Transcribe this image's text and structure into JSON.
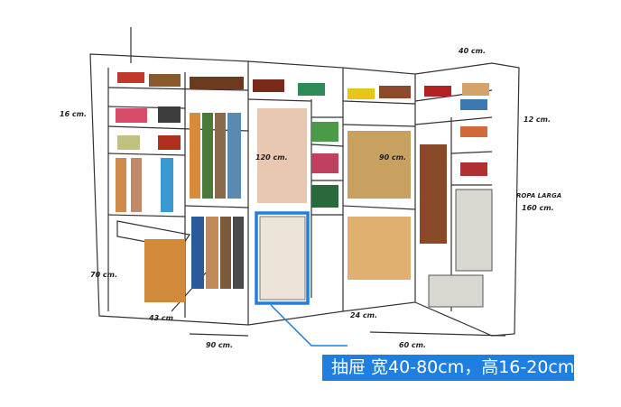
{
  "dimensions": {
    "top_width": "40 cm.",
    "top_shelf_height": "16 cm.",
    "right_shelf_height": "12 cm.",
    "long_clothes": "ROPA LARGA",
    "long_clothes_height": "160 cm.",
    "hanging_height": "120 cm.",
    "inner_hanging": "90 cm.",
    "lower_height": "70 cm.",
    "trouser_width": "43 cm",
    "bottom_width": "90 cm.",
    "shoe_rack_width": "24 cm.",
    "corner_width": "60 cm."
  },
  "callout": {
    "text": "抽屉  宽40-80cm，高16-20cm",
    "color": "#1e7fe0"
  }
}
